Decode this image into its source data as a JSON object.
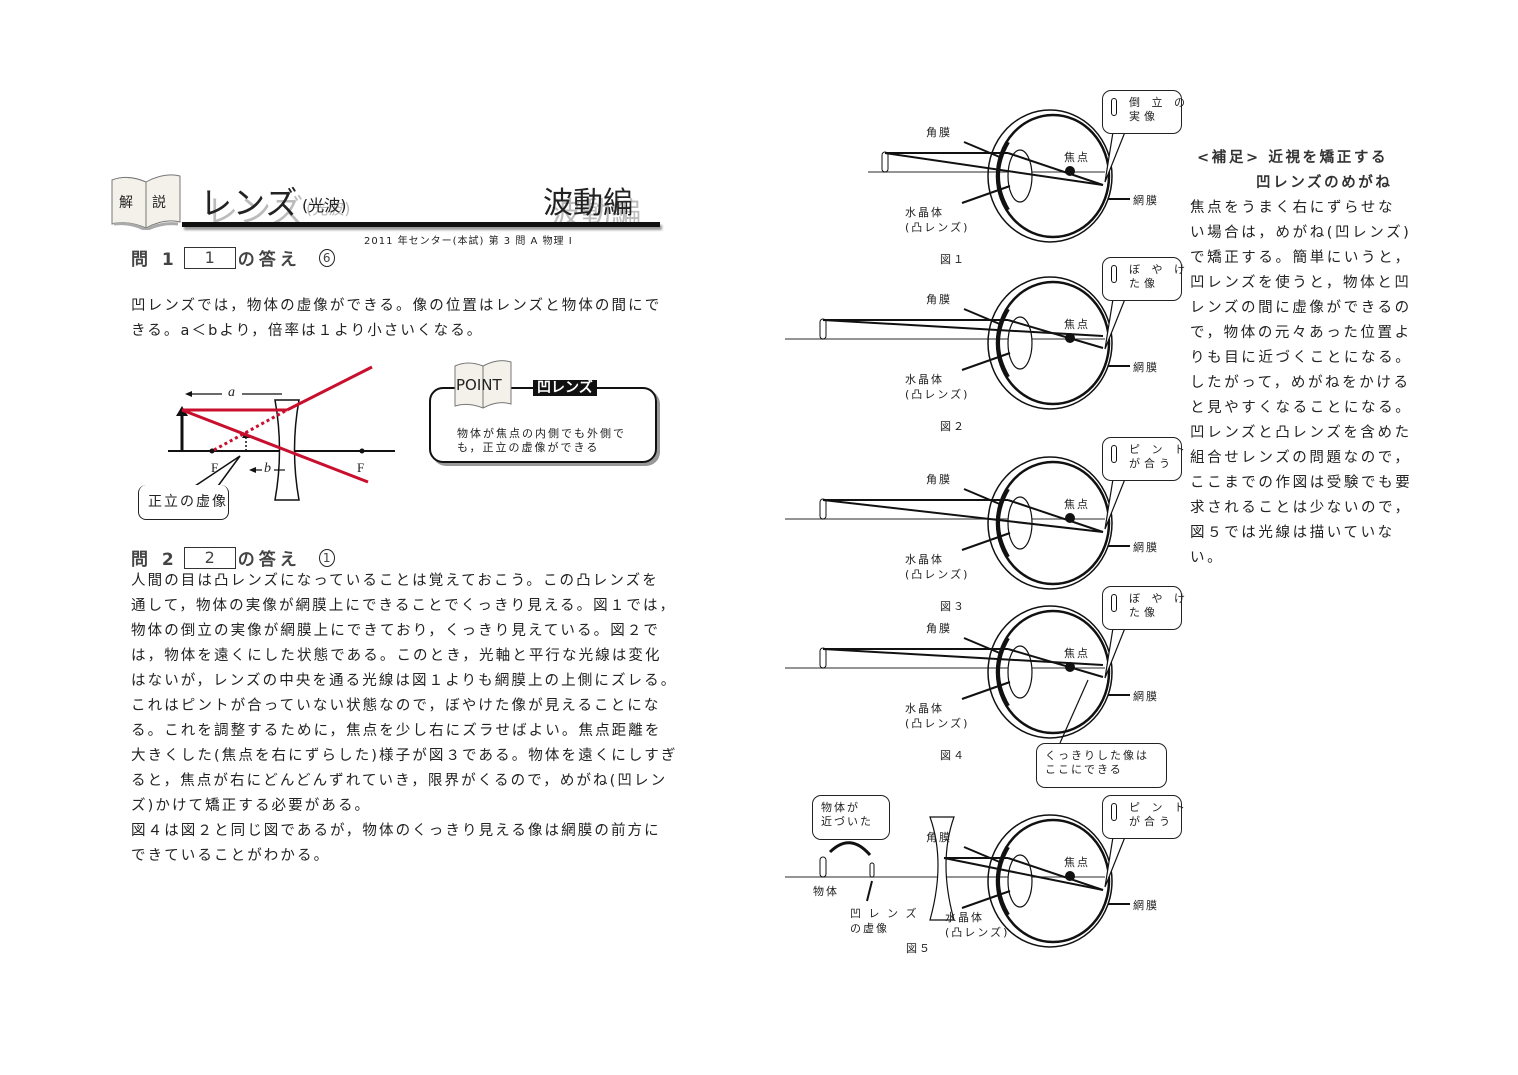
{
  "header": {
    "badge_left": "解",
    "badge_right": "説",
    "title": "レンズ",
    "subtitle": "(光波)",
    "section": "波動編",
    "source": "2011 年センター(本試) 第 3 問  A   物理 I"
  },
  "q1": {
    "label": "問 1",
    "box": "1",
    "suffix": "の答え",
    "answer": "6",
    "lines": [
      "凹レンズでは，物体の虚像ができる。像の位置はレンズと物体の間にで",
      "きる。a＜bより，倍率は１より小さいくなる。"
    ]
  },
  "lens_diagram": {
    "a": "a",
    "b": "b",
    "f_left": "F",
    "f_right": "F",
    "callout": "正立の虚像",
    "colors": {
      "ray": "#c8102e"
    }
  },
  "point": {
    "badge": "POINT",
    "tag": "凹レンズ",
    "lines": [
      "物体が焦点の内側でも外側で",
      "も，正立の虚像ができる"
    ]
  },
  "q2": {
    "label": "問 2",
    "box": "2",
    "suffix": "の答え",
    "answer": "1",
    "lines": [
      " 人間の目は凸レンズになっていることは覚えておこう。この凸レンズを",
      "通して，物体の実像が網膜上にできることでくっきり見える。図１では，",
      "物体の倒立の実像が網膜上にできており，くっきり見えている。図２で",
      "は，物体を遠くにした状態である。このとき，光軸と平行な光線は変化",
      "はないが，レンズの中央を通る光線は図１よりも網膜上の上側にズレる。",
      "これはピントが合っていない状態なので，ぼやけた像が見えることにな",
      "る。これを調整するために，焦点を少し右にズラせばよい。焦点距離を",
      "大きくした(焦点を右にずらした)様子が図３である。物体を遠くにしすぎ",
      "ると，焦点が右にどんどんずれていき，限界がくるので，めがね(凹レン",
      "ズ)かけて矯正する必要がある。",
      " 図４は図２と同じ図であるが，物体のくっきり見える像は網膜の前方に",
      "できていることがわかる。"
    ]
  },
  "figures": [
    {
      "label": "図１",
      "cornea": "角膜",
      "focus": "焦点",
      "retina": "網膜",
      "lens1": "水晶体",
      "lens2": "(凸レンズ)",
      "callout": "倒 立 の\n実像"
    },
    {
      "label": "図２",
      "cornea": "角膜",
      "focus": "焦点",
      "retina": "網膜",
      "lens1": "水晶体",
      "lens2": "(凸レンズ)",
      "callout": "ぼ や け\nた像"
    },
    {
      "label": "図３",
      "cornea": "角膜",
      "focus": "焦点",
      "retina": "網膜",
      "lens1": "水晶体",
      "lens2": "(凸レンズ)",
      "callout": "ピ ン ト\nが合う"
    },
    {
      "label": "図４",
      "cornea": "角膜",
      "focus": "焦点",
      "retina": "網膜",
      "lens1": "水晶体",
      "lens2": "(凸レンズ)",
      "callout": "ぼ や け\nた像",
      "extra_callout": "くっきりした像は\nここにできる"
    },
    {
      "label": "図５",
      "cornea": "角膜",
      "focus": "焦点",
      "retina": "網膜",
      "lens1": "水晶体",
      "lens2": "(凸レンズ)",
      "callout": "ピ ン ト\nが合う",
      "approach_callout": "物体が\n近づいた",
      "object": "物体",
      "virtual1": "凹 レ ン ズ",
      "virtual2": "の虚像"
    }
  ],
  "supplement": {
    "heading1": "<補足> 近視を矯正する",
    "heading2": "凹レンズのめがね",
    "lines": [
      " 焦点をうまく右にずらせな",
      "い場合は，めがね(凹レンズ)",
      "で矯正する。簡単にいうと，",
      "凹レンズを使うと，物体と凹",
      "レンズの間に虚像ができるの",
      "で，物体の元々あった位置よ",
      "りも目に近づくことになる。",
      "したがって，めがねをかける",
      "と見やすくなることになる。",
      "凹レンズと凸レンズを含めた",
      "組合せレンズの問題なので，",
      "ここまでの作図は受験でも要",
      "求されることは少ないので，",
      "図５では光線は描いていな",
      "い。"
    ]
  }
}
